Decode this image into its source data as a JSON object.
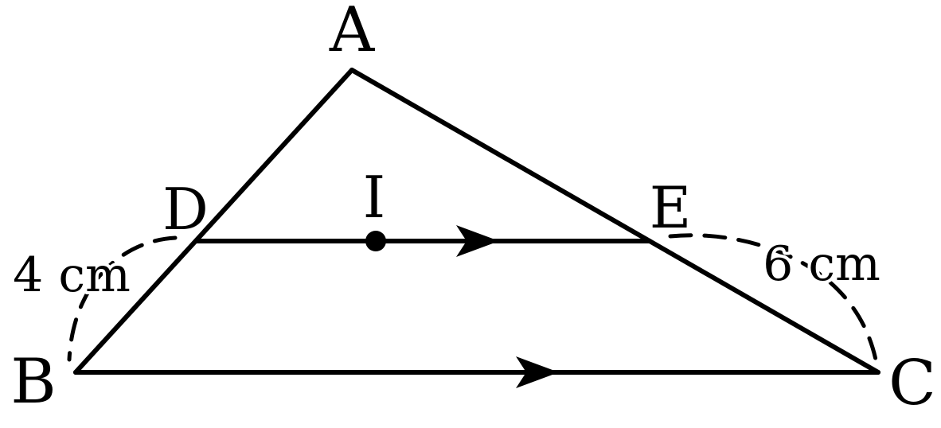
{
  "figure": {
    "type": "geometry-diagram",
    "description": "Triangle ABC with segment DE parallel to BC; I is a marked point on DE",
    "vertex_labels": {
      "A": "A",
      "B": "B",
      "C": "C"
    },
    "point_labels": {
      "D": "D",
      "E": "E",
      "I": "I"
    },
    "measurements": {
      "BD": "4 cm",
      "EC": "6 cm"
    },
    "colors": {
      "line": "#000000",
      "background": "#ffffff"
    }
  }
}
